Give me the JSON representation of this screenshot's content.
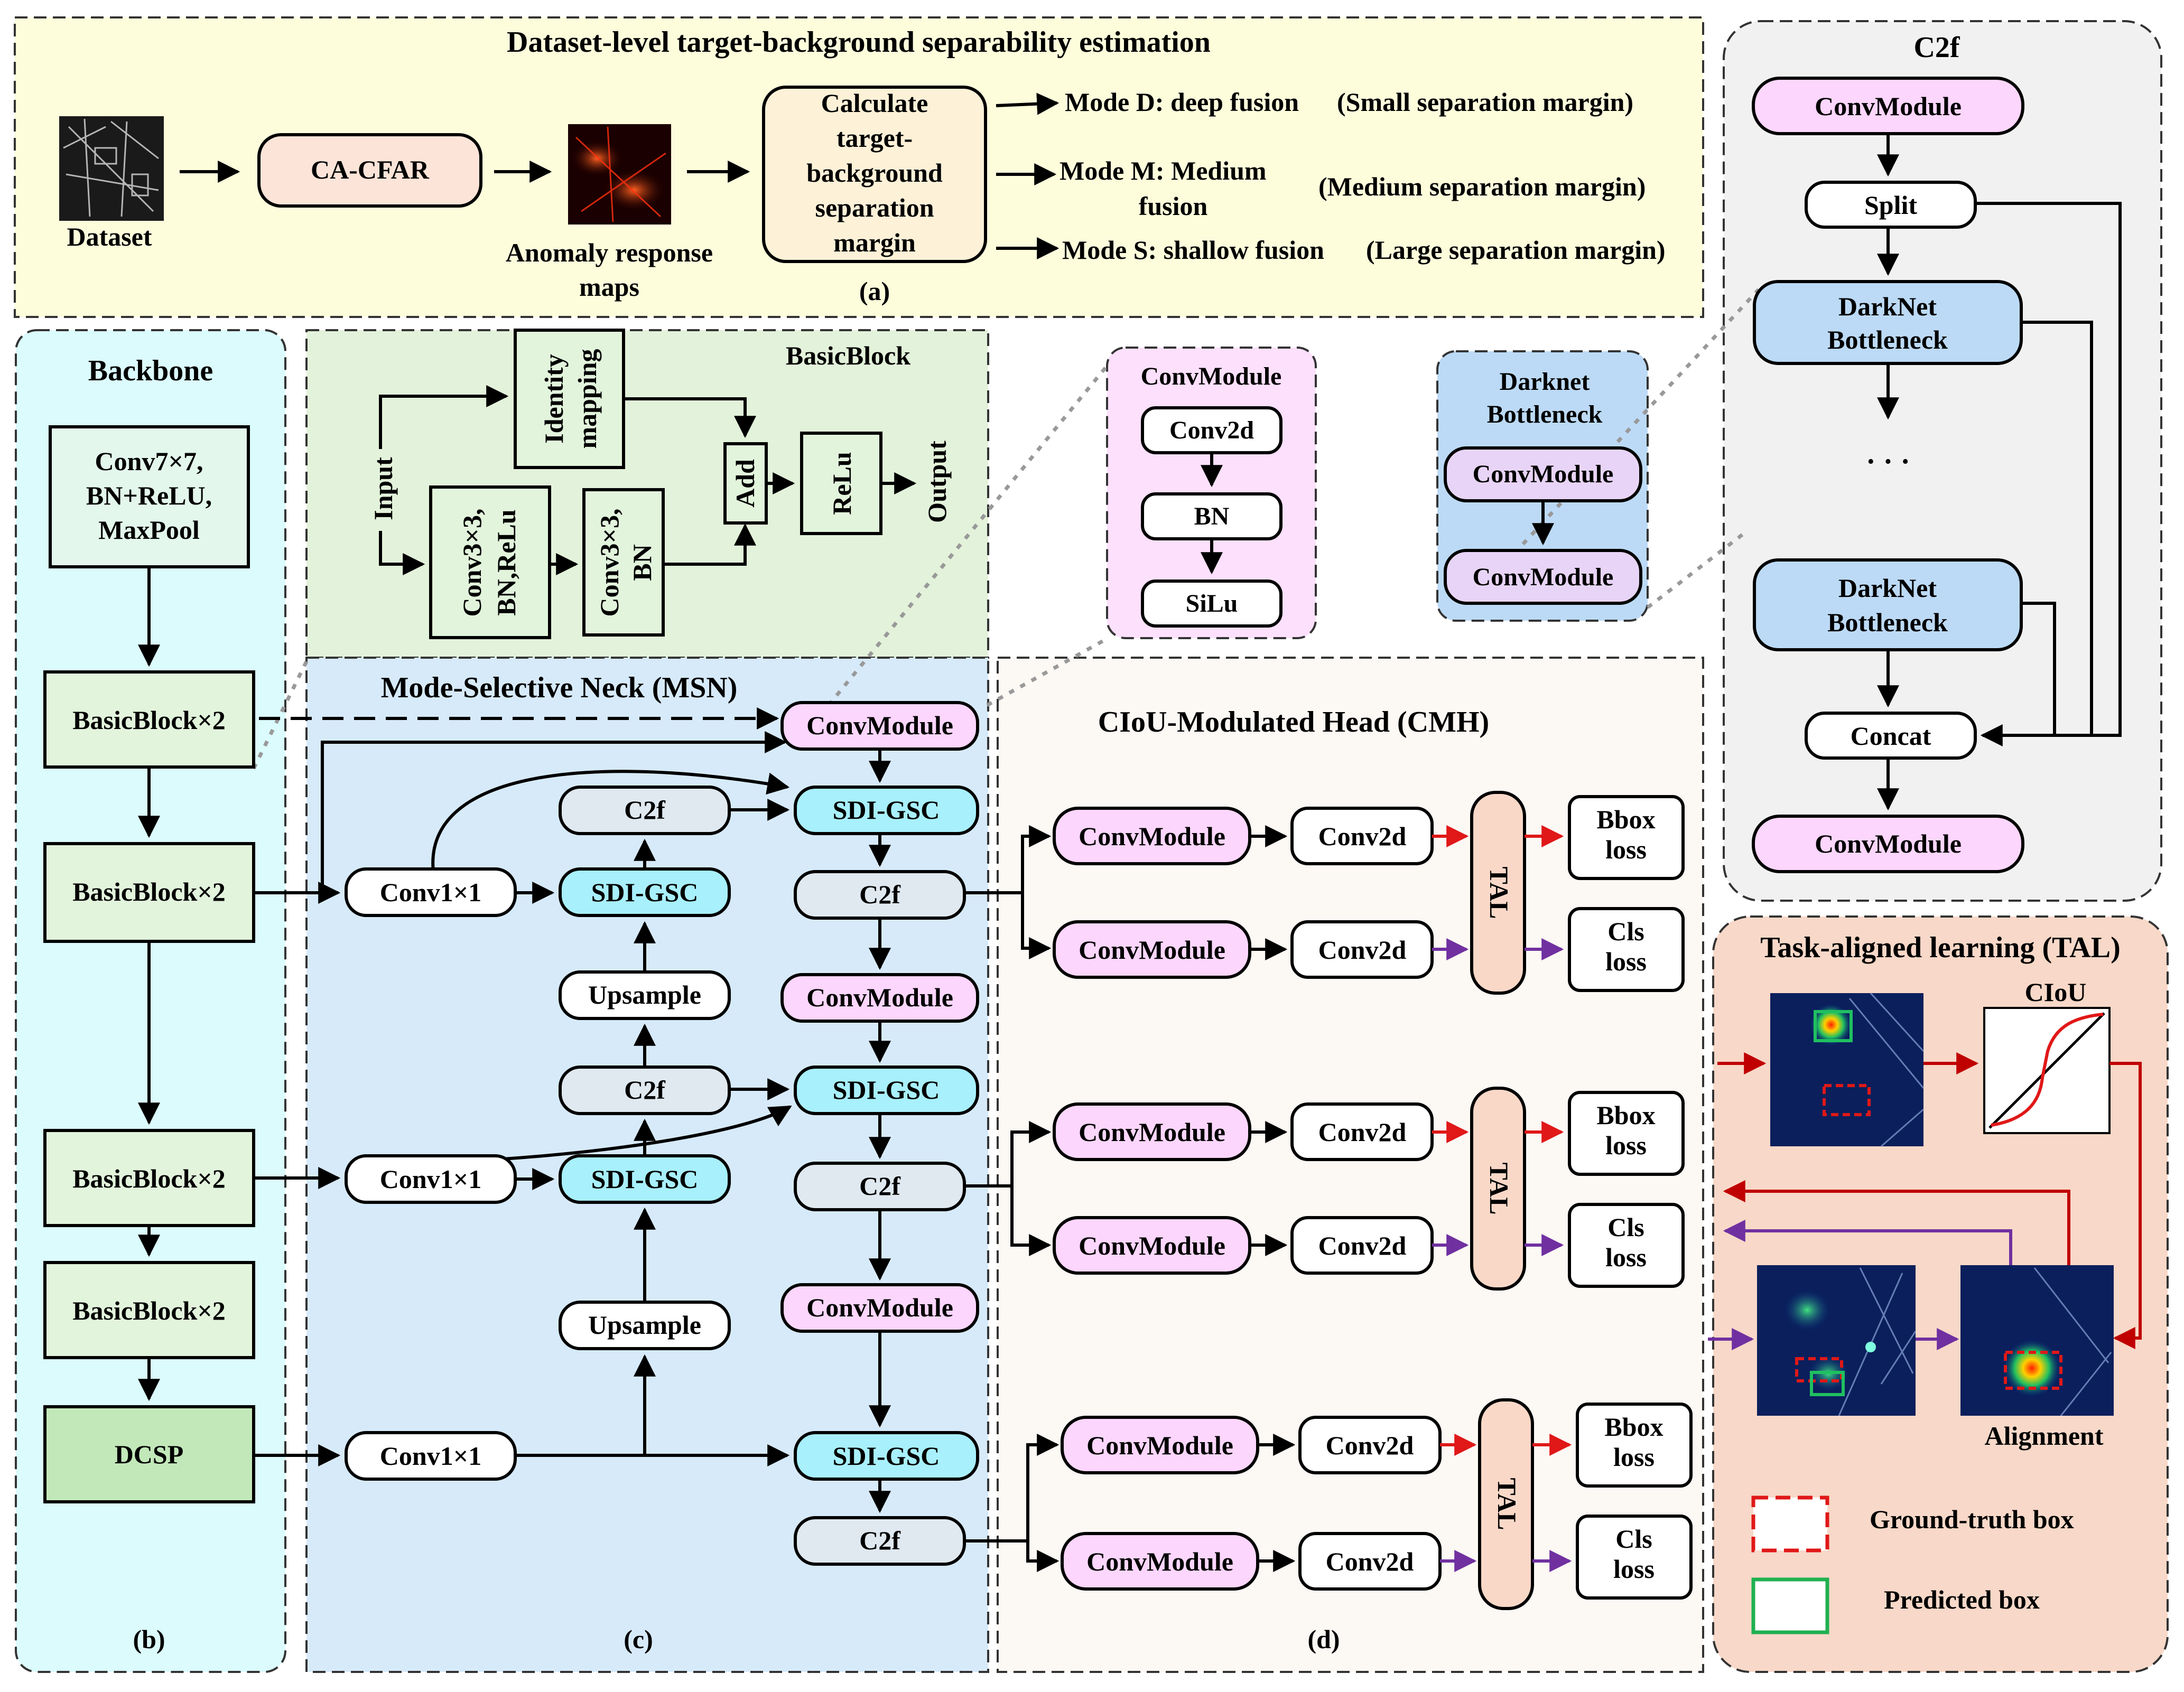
{
  "colors": {
    "panel_a": "#fdfddc",
    "backbone": "#dbfbfd",
    "basicblock_panel": "#e3f2da",
    "neck": "#d7eafa",
    "head": "#fcf8f4",
    "c2f_panel": "#f1f1f1",
    "tal_panel": "#f8d8c8",
    "convmodule": "#fcd6fc",
    "sdi_gsc": "#a8f0fc",
    "c2f_node": "#e0e9f0",
    "darknet": "#bcdaf6",
    "green_box": "#e2f4dc",
    "dcsp": "#c2e8ba",
    "tal_node": "#fad8c8",
    "red_arrow": "#e01818",
    "purple_arrow": "#7030a0",
    "dark_red_arrow": "#c00000"
  },
  "panel_a": {
    "title": "Dataset-level target-background separability estimation",
    "dataset_label": "Dataset",
    "cfar": "CA-CFAR",
    "anomaly_l1": "Anomaly response",
    "anomaly_l2": "maps",
    "calc_l1": "Calculate",
    "calc_l2": "target-",
    "calc_l3": "background",
    "calc_l4": "separation",
    "calc_l5": "margin",
    "mode_d": "Mode D: deep fusion",
    "mode_d_note": "(Small separation margin)",
    "mode_m_l1": "Mode M: Medium",
    "mode_m_l2": "fusion",
    "mode_m_note": "(Medium separation margin)",
    "mode_s": "Mode S: shallow fusion",
    "mode_s_note": "(Large separation margin)",
    "tag": "(a)"
  },
  "backbone": {
    "title": "Backbone",
    "stem_l1": "Conv7×7,",
    "stem_l2": "BN+ReLU,",
    "stem_l3": "MaxPool",
    "bb1": "BasicBlock×2",
    "bb2": "BasicBlock×2",
    "bb3": "BasicBlock×2",
    "bb4": "BasicBlock×2",
    "dcsp": "DCSP",
    "tag": "(b)"
  },
  "basicblock": {
    "title": "BasicBlock",
    "input": "Input",
    "identity_l1": "Identity",
    "identity_l2": "mapping",
    "conv_a_l1": "Conv3×3,",
    "conv_a_l2": "BN,ReLu",
    "conv_b_l1": "Conv3×3,",
    "conv_b_l2": "BN",
    "add": "Add",
    "relu": "ReLu",
    "output": "Output"
  },
  "convmodule_detail": {
    "title": "ConvModule",
    "conv2d": "Conv2d",
    "bn": "BN",
    "silu": "SiLu"
  },
  "darknet_detail": {
    "title_l1": "Darknet",
    "title_l2": "Bottleneck",
    "cm1": "ConvModule",
    "cm2": "ConvModule"
  },
  "neck": {
    "title": "Mode-Selective Neck (MSN)",
    "cm_top": "ConvModule",
    "sdi1": "SDI-GSC",
    "c2f_a": "C2f",
    "conv1x1_a": "Conv1×1",
    "sdi_a": "SDI-GSC",
    "c2f_out1": "C2f",
    "upsample_a": "Upsample",
    "cm_mid": "ConvModule",
    "c2f_b": "C2f",
    "sdi2": "SDI-GSC",
    "conv1x1_b": "Conv1×1",
    "sdi_b": "SDI-GSC",
    "c2f_out2": "C2f",
    "upsample_b": "Upsample",
    "cm_low": "ConvModule",
    "conv1x1_c": "Conv1×1",
    "sdi3": "SDI-GSC",
    "c2f_out3": "C2f",
    "tag": "(c)"
  },
  "head": {
    "title": "CIoU-Modulated Head (CMH)",
    "convmodule": "ConvModule",
    "conv2d": "Conv2d",
    "tal": "TAL",
    "bbox_l1": "Bbox",
    "bbox_l2": "loss",
    "cls_l1": "Cls",
    "cls_l2": "loss",
    "tag": "(d)"
  },
  "c2f_detail": {
    "title": "C2f",
    "cm_top": "ConvModule",
    "split": "Split",
    "dn1_l1": "DarkNet",
    "dn1_l2": "Bottleneck",
    "dots": "· · ·",
    "dn2_l1": "DarkNet",
    "dn2_l2": "Bottleneck",
    "concat": "Concat",
    "cm_bottom": "ConvModule"
  },
  "tal_detail": {
    "title": "Task-aligned learning (TAL)",
    "ciou": "CIoU",
    "alignment": "Alignment",
    "gt_legend": "Ground-truth box",
    "pred_legend": "Predicted box"
  }
}
